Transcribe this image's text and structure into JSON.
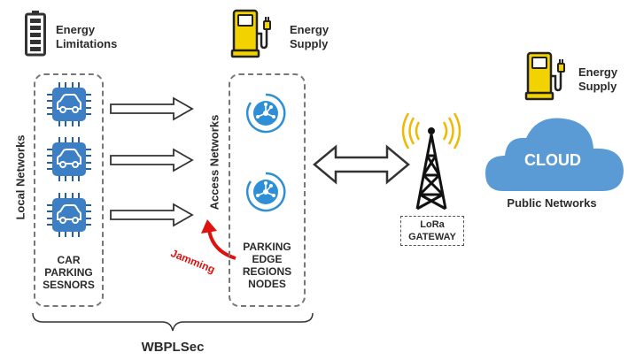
{
  "colors": {
    "chip_blue": "#3d7fc4",
    "chip_dark": "#2a5f99",
    "node_blue": "#2f8fd6",
    "cloud_blue": "#5b9bd5",
    "fuel_yellow": "#f2d200",
    "jamming_red": "#e0120f",
    "tower_yellow": "#f0b800",
    "dash_grey": "#777777"
  },
  "battery": {
    "label_line1": "Energy",
    "label_line2": "Limitations",
    "icon": "battery-icon"
  },
  "fuel_left": {
    "label_line1": "Energy",
    "label_line2": "Supply",
    "icon": "fuel-pump-icon"
  },
  "fuel_right": {
    "label_line1": "Energy",
    "label_line2": "Supply",
    "icon": "fuel-pump-icon"
  },
  "local": {
    "side_label": "Local Networks",
    "caption_line1": "CAR",
    "caption_line2": "PARKING",
    "caption_line3": "SESNORS",
    "sensors": [
      "car-chip-icon",
      "car-chip-icon",
      "car-chip-icon"
    ]
  },
  "access": {
    "side_label": "Access Networks",
    "caption_line1": "PARKING",
    "caption_line2": "EDGE",
    "caption_line3": "REGIONS",
    "caption_line4": "NODES",
    "nodes": [
      "network-node-icon",
      "network-node-icon"
    ]
  },
  "jamming": {
    "label": "Jamming"
  },
  "gateway": {
    "label_line1": "LoRa",
    "label_line2": "GATEWAY",
    "icon": "antenna-tower-icon"
  },
  "cloud": {
    "label": "CLOUD",
    "caption": "Public Networks"
  },
  "bottom": {
    "label": "WBPLSec"
  }
}
